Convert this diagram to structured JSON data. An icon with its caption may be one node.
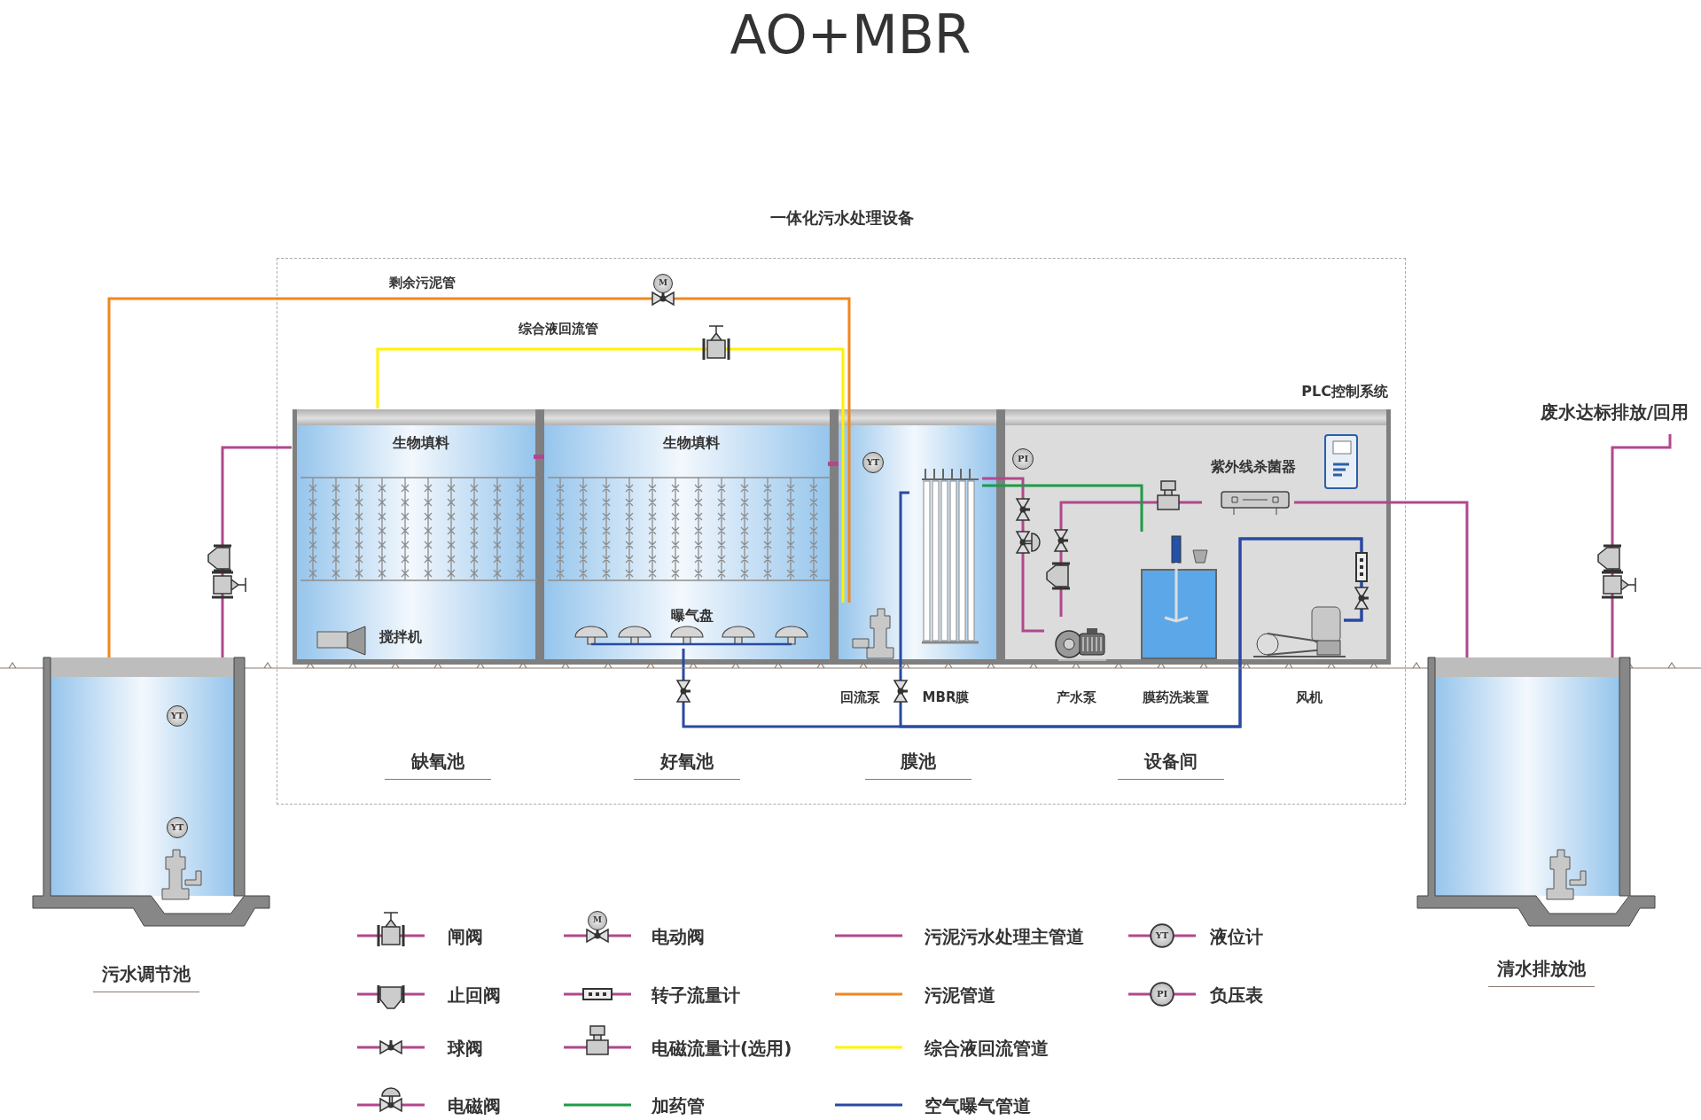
{
  "diagram": {
    "title": "AO+MBR",
    "nodes": [
      {
        "text": [
          "一体化污水处理设备"
        ]
      },
      {
        "text": [
          "生物填料"
        ],
        "in": 0
      },
      {
        "text": [
          "生物填料"
        ],
        "in": 0
      },
      {
        "text": [],
        "shape": "box",
        "in": 0
      },
      {
        "text": [
          "PLC控制系统"
        ],
        "in": 0
      },
      {
        "text": [],
        "shape": "box",
        "beside": [
          "污水调节池"
        ]
      },
      {
        "text": [],
        "shape": "box",
        "beside": [
          "清水排放池"
        ]
      },
      {
        "text": [
          "废水达标排放/回用"
        ]
      },
      {
        "text": [
          "搅拌机"
        ],
        "in": 1
      },
      {
        "text": [
          "曝气盘"
        ],
        "in": 2
      },
      {
        "text": [],
        "shape": "picture",
        "in": 3,
        "beside": [
          "回流泵"
        ]
      },
      {
        "text": [],
        "shape": "picture",
        "in": 3,
        "beside": [
          "MBR膜"
        ]
      },
      {
        "text": [],
        "shape": "picture",
        "in": 4,
        "beside": [
          "产水泵"
        ]
      },
      {
        "text": [],
        "shape": "picture",
        "in": 4,
        "beside": [
          "膜药洗装置"
        ]
      },
      {
        "text": [],
        "shape": "picture",
        "in": 4,
        "beside": [
          "风机"
        ]
      },
      {
        "text": [
          "紫外线杀菌器"
        ],
        "in": 4
      }
    ],
    "edges": [
      {
        "from": 5,
        "to": 1,
        "arrow": "none"
      },
      {
        "from": 10,
        "to": 1,
        "arrow": "none",
        "label": "综合液回流管",
        "color": "#fff200"
      },
      {
        "from": 10,
        "to": 5,
        "arrow": "none",
        "label": "剩余污泥管",
        "color": "#f0871e"
      },
      {
        "from": 11,
        "to": 12,
        "arrow": "none"
      },
      {
        "from": 12,
        "to": 15,
        "arrow": "none"
      },
      {
        "from": 15,
        "to": 6,
        "arrow": "none"
      },
      {
        "from": 6,
        "to": 7,
        "arrow": "none"
      },
      {
        "from": 13,
        "to": 11,
        "arrow": "none",
        "color": "#1f9a48"
      },
      {
        "from": 14,
        "to": 9,
        "arrow": "none",
        "color": "#2a4aa0"
      },
      {
        "from": 14,
        "to": 11,
        "arrow": "none",
        "color": "#2a4aa0"
      }
    ],
    "labels": [
      "M",
      "YT",
      "PI",
      "YT",
      "YT",
      "缺氧池",
      "好氧池",
      "膜池",
      "设备间",
      "M",
      "YT",
      "PI"
    ],
    "legend": [
      {
        "text": "闸阀"
      },
      {
        "text": "电动阀"
      },
      {
        "text": "污泥污水处理主管道",
        "color": "#b2478d"
      },
      {
        "text": "液位计"
      },
      {
        "text": "止回阀"
      },
      {
        "text": "转子流量计"
      },
      {
        "text": "污泥管道",
        "color": "#f0871e"
      },
      {
        "text": "负压表"
      },
      {
        "text": "球阀"
      },
      {
        "text": "电磁流量计(选用)"
      },
      {
        "text": "综合液回流管道",
        "color": "#fff200"
      },
      {
        "text": "电磁阀"
      },
      {
        "text": "加药管",
        "color": "#1f9a48"
      },
      {
        "text": "空气曝气管道",
        "color": "#2a4aa0"
      }
    ]
  }
}
